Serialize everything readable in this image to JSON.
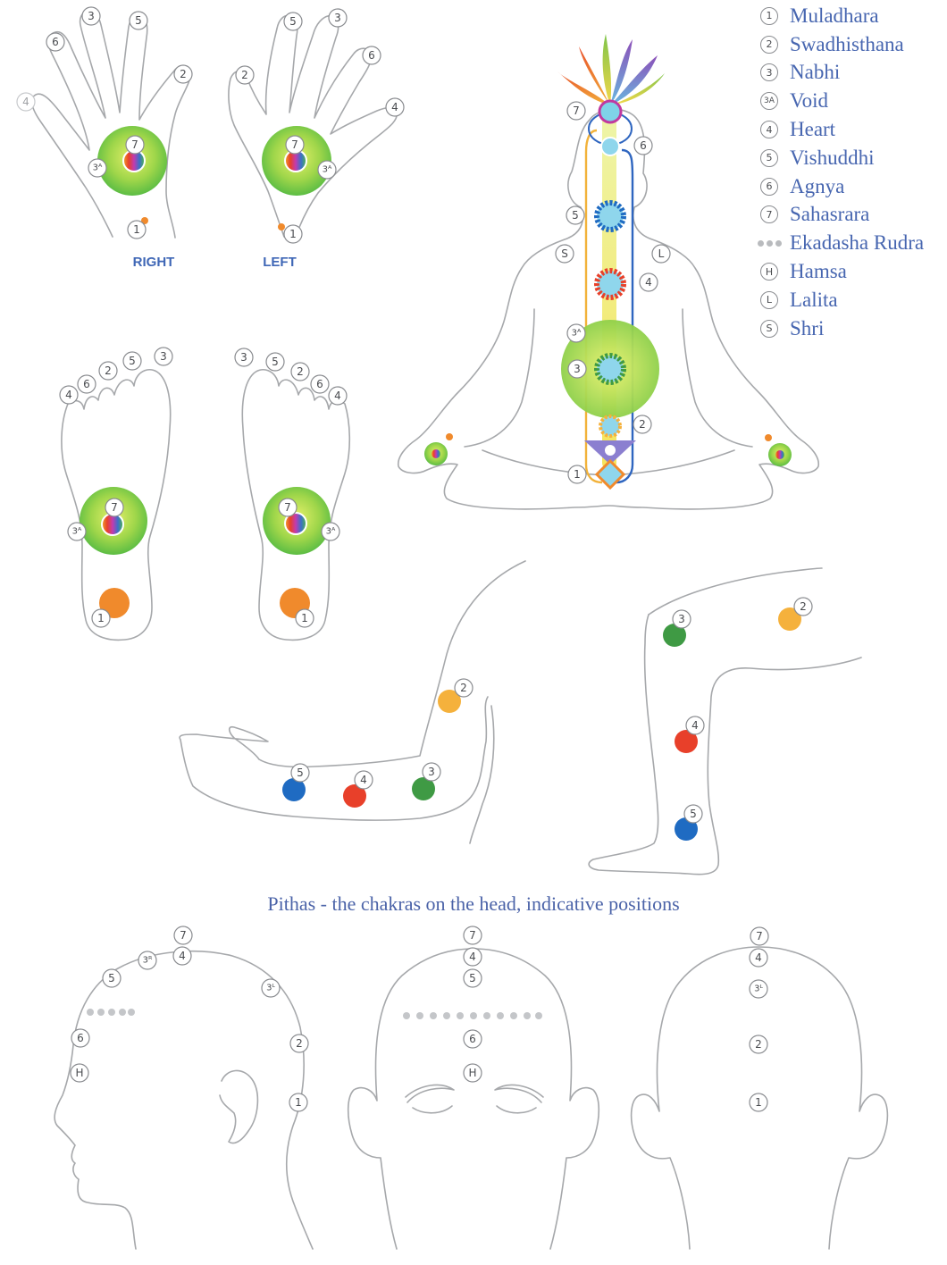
{
  "hand_labels": {
    "right": "RIGHT",
    "left": "LEFT"
  },
  "caption": "Pithas - the chakras on the head, indicative positions",
  "legend": [
    {
      "badge": "1",
      "name": "Muladhara"
    },
    {
      "badge": "2",
      "name": "Swadhisthana"
    },
    {
      "badge": "3",
      "name": "Nabhi"
    },
    {
      "badge": "3A",
      "name": "Void"
    },
    {
      "badge": "4",
      "name": "Heart"
    },
    {
      "badge": "5",
      "name": "Vishuddhi"
    },
    {
      "badge": "6",
      "name": "Agnya"
    },
    {
      "badge": "7",
      "name": "Sahasrara"
    },
    {
      "badge": "•••",
      "name": "Ekadasha Rudra"
    },
    {
      "badge": "H",
      "name": "Hamsa"
    },
    {
      "badge": "L",
      "name": "Lalita"
    },
    {
      "badge": "S",
      "name": "Shri"
    }
  ],
  "colors": {
    "outline": "#a6a8ab",
    "legend_text": "#4766b0",
    "muladhara": "#f08a2c",
    "swadhisthana": "#f5b13c",
    "nabhi": "#3f9a44",
    "heart": "#e8402a",
    "vishuddhi": "#1f6bc2",
    "void_green": "#8ccf3a",
    "rudra_dots": "#c4c6c9"
  }
}
